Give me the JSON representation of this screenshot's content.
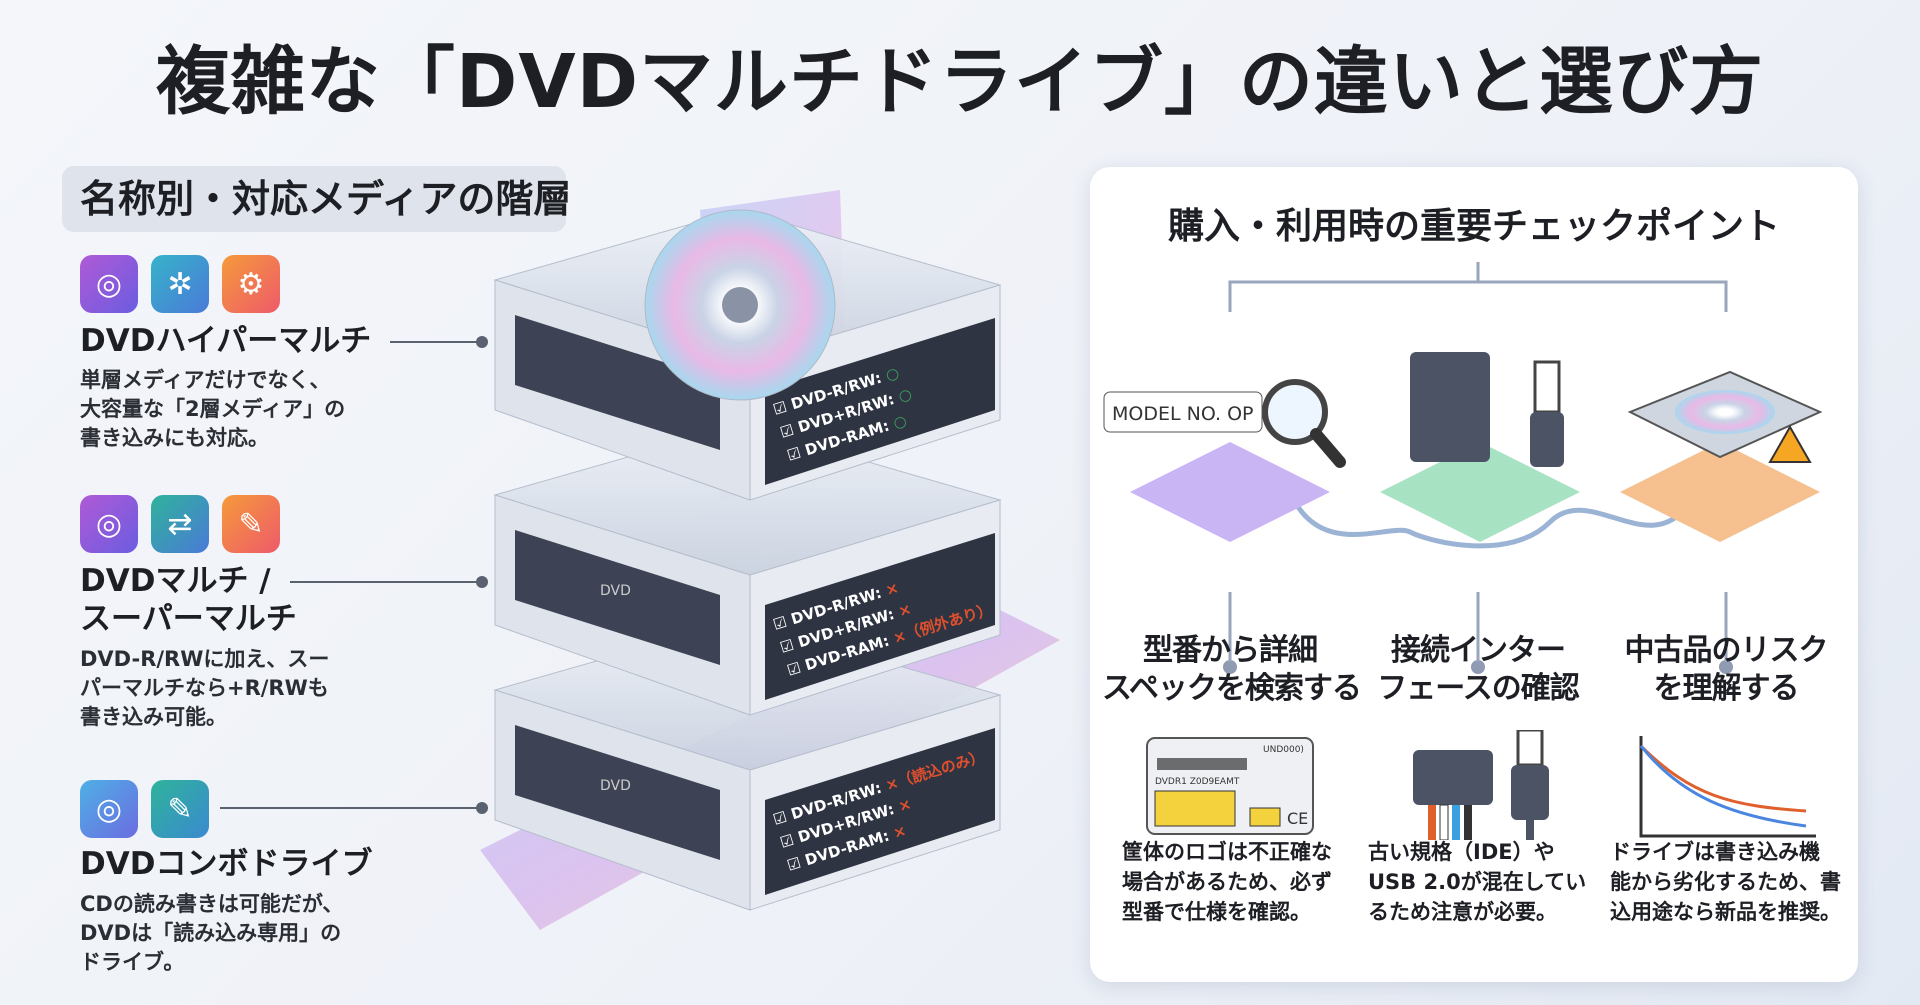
{
  "title": "複雑な「DVDマルチドライブ」の違いと選び方",
  "left": {
    "heading": "名称別・対応メディアの階層",
    "tiers": [
      {
        "name": "DVDハイパーマルチ",
        "desc": [
          "単層メディアだけでなく、",
          "大容量な「2層メディア」の",
          "書き込みにも対応。"
        ],
        "icons": [
          "disc-icon",
          "network-icon",
          "gears-icon"
        ]
      },
      {
        "name": [
          "DVDマルチ /",
          "スーパーマルチ"
        ],
        "desc": [
          "DVD-R/RWに加え、スー",
          "パーマルチなら+R/RWも",
          "書き込み可能。"
        ],
        "icons": [
          "disc-icon",
          "swap-arrows-icon",
          "edit-icon"
        ]
      },
      {
        "name": "DVDコンボドライブ",
        "desc": [
          "CDの読み書きは可能だが、",
          "DVDは「読み込み専用」の",
          "ドライブ。"
        ],
        "icons": [
          "disc-icon",
          "edit-icon"
        ]
      }
    ]
  },
  "drives": [
    {
      "rows": [
        {
          "label": "DVD-R/RW:",
          "mark": "○"
        },
        {
          "label": "DVD+R/RW:",
          "mark": "○"
        },
        {
          "label": "DVD-RAM:",
          "mark": "○"
        }
      ]
    },
    {
      "logo": "DVD",
      "rows": [
        {
          "label": "DVD-R/RW:",
          "mark": "×"
        },
        {
          "label": "DVD+R/RW:",
          "mark": "×"
        },
        {
          "label": "DVD-RAM:",
          "mark": "×（例外あり）"
        }
      ]
    },
    {
      "logo": "DVD",
      "rows": [
        {
          "label": "DVD-R/RW:",
          "mark": "×（読込のみ）"
        },
        {
          "label": "DVD+R/RW:",
          "mark": "×"
        },
        {
          "label": "DVD-RAM:",
          "mark": "×"
        }
      ]
    }
  ],
  "right": {
    "heading": "購入・利用時の重要チェックポイント",
    "model_label": "MODEL NO. OP",
    "sticker_code": "UND000)",
    "sticker_model": "DVDR1 Z0D9EAMT",
    "points": [
      {
        "title": [
          "型番から詳細",
          "スペックを検索する"
        ],
        "desc": [
          "筐体のロゴは不正確な",
          "場合があるため、必ず",
          "型番で仕様を確認。"
        ]
      },
      {
        "title": [
          "接続インター",
          "フェースの確認"
        ],
        "desc": [
          "古い規格（IDE）や",
          "USB 2.0が混在してい",
          "るため注意が必要。"
        ]
      },
      {
        "title": [
          "中古品のリスク",
          "を理解する"
        ],
        "desc": [
          "ドライブは書き込み機",
          "能から劣化するため、書",
          "込用途なら新品を推奨。"
        ]
      }
    ]
  },
  "colors": {
    "ok": "#3aa35a",
    "ng": "#e0502d",
    "accent": "#6a5cd6"
  }
}
